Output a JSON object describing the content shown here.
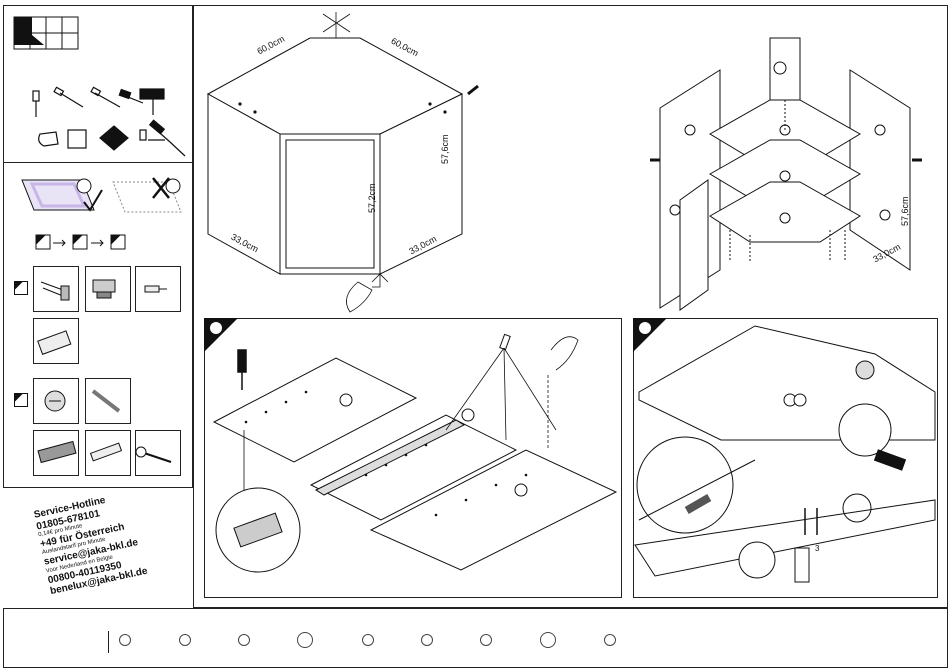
{
  "dimensions": {
    "top_left_width": "60,0cm",
    "top_right_width": "60,0cm",
    "right_height": "57,6cm",
    "door_height": "57,2cm",
    "bottom_left_depth": "33,0cm",
    "bottom_right_depth": "33,0cm",
    "exploded_height": "57,6cm",
    "exploded_depth": "33,0cm"
  },
  "hotline": {
    "title": "Service-Hotline",
    "phone_de": "01805-678101",
    "rate_de": "0,14€ pro Minute",
    "phone_at": "+49 für Österreich",
    "rate_at": "Auslandstarif pro Minute",
    "email_de": "service@jaka-bkl.de",
    "benelux_note": "Voor Nederland en Belgie",
    "phone_benelux": "00800-40119350",
    "email_benelux": "benelux@jaka-bkl.de"
  },
  "step_labels": {
    "step2_angle": "3"
  },
  "colors": {
    "ok_highlight": "#c8b6e8",
    "line": "#222222"
  }
}
